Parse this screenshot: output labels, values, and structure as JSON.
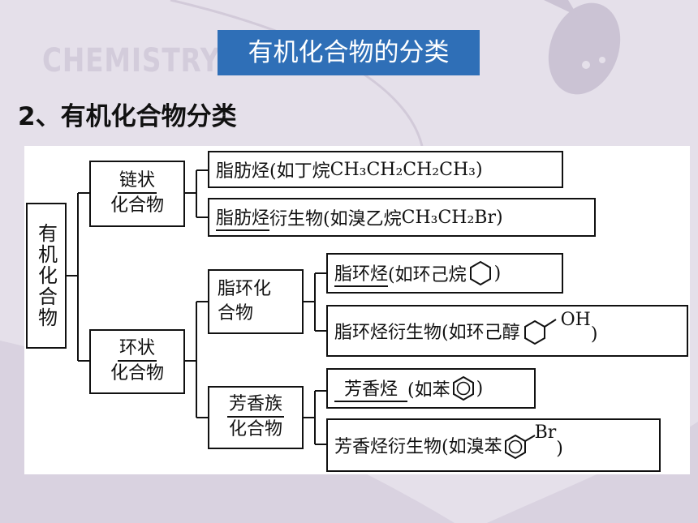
{
  "watermark": "CHEMISTRY",
  "title": "有机化合物的分类",
  "heading": "2、有机化合物分类",
  "root": "有机化合物",
  "chain": {
    "top": "链状",
    "bottom": "化合物",
    "leaf1": {
      "label": "脂肪烃",
      "example_prefix": "(如丁烷",
      "formula": "CH₃CH₂CH₂CH₃",
      "suffix": ")"
    },
    "leaf2": {
      "label": "脂肪烃",
      "label_rest": "衍生物",
      "example_prefix": "(如溴乙烷",
      "formula": "CH₃CH₂Br",
      "suffix": ")"
    }
  },
  "ring": {
    "top": "环状",
    "bottom": "化合物",
    "alicyclic": {
      "line1": "脂环化",
      "line2": "合物",
      "leaf1": {
        "label": "脂环烃",
        "example": "(如环己烷",
        "suffix": ")"
      },
      "leaf2": {
        "label": "脂环烃衍生物(如环己醇",
        "group": "OH",
        "suffix": ")"
      }
    },
    "aromatic": {
      "top": "芳香族",
      "bottom": "化合物",
      "leaf1": {
        "label": "芳香烃",
        "example": "(如苯",
        "suffix": ")"
      },
      "leaf2": {
        "label": "芳香烃衍生物(如溴苯",
        "group": "Br",
        "suffix": ")"
      }
    }
  },
  "colors": {
    "title_bg": "#2f6fb7",
    "background": "#e5e0ea",
    "line": "#111111"
  }
}
